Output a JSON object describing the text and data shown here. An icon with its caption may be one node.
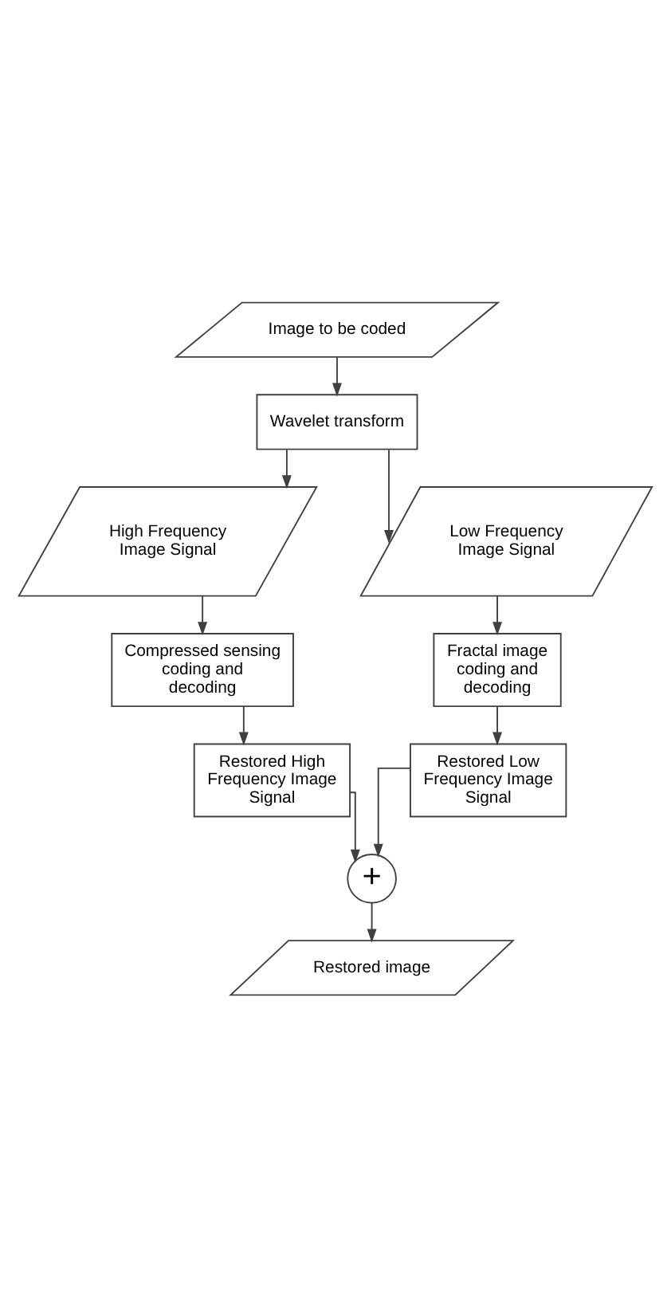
{
  "diagram": {
    "nodes": [
      {
        "text": [
          "Image to be coded"
        ]
      },
      {
        "text": [
          "Wavelet transform"
        ]
      },
      {
        "text": [
          "High Frequency Image Signal"
        ]
      },
      {
        "text": [
          "Low Frequency Image Signal"
        ]
      },
      {
        "text": [
          "Compressed sensing coding and decoding"
        ]
      },
      {
        "text": [
          "Fractal image coding and decoding"
        ]
      },
      {
        "text": [
          "Restored High Frequency Image Signal"
        ]
      },
      {
        "text": [
          "Restored Low Frequency Image Signal"
        ]
      },
      {
        "text": [
          "+"
        ]
      },
      {
        "text": [
          "Restored image"
        ]
      }
    ],
    "edges": [
      {
        "from": 0,
        "to": 1,
        "arrow": "to"
      },
      {
        "from": 1,
        "to": 2,
        "arrow": "to"
      },
      {
        "from": 1,
        "to": 3,
        "arrow": "to"
      },
      {
        "from": 2,
        "to": 4,
        "arrow": "to"
      },
      {
        "from": 3,
        "to": 5,
        "arrow": "to"
      },
      {
        "from": 4,
        "to": 6,
        "arrow": "to"
      },
      {
        "from": 5,
        "to": 7,
        "arrow": "to"
      },
      {
        "from": 6,
        "to": 8,
        "arrow": "to"
      },
      {
        "from": 7,
        "to": 8,
        "arrow": "to"
      },
      {
        "from": 8,
        "to": 9,
        "arrow": "to"
      }
    ]
  }
}
